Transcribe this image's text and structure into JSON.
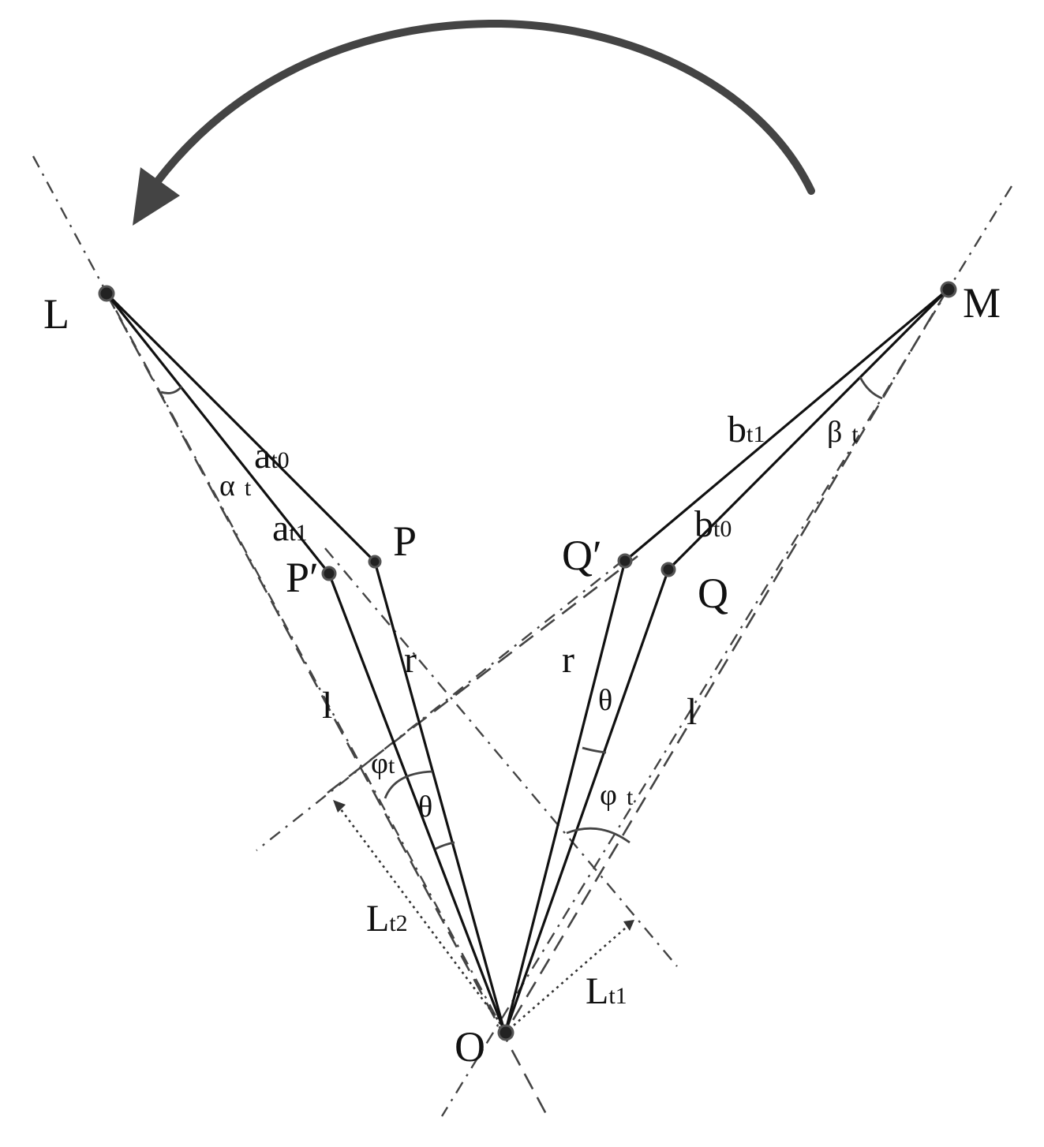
{
  "points": {
    "L": "L",
    "M": "M",
    "P": "P",
    "P_prime": "P′",
    "Q": "Q",
    "Q_prime": "Q′",
    "O": "O"
  },
  "segments": {
    "a_t0": {
      "base": "a",
      "sub": "t0"
    },
    "a_t1": {
      "base": "a",
      "sub": "t1"
    },
    "b_t1": {
      "base": "b",
      "sub": "t1"
    },
    "b_t0": {
      "base": "b",
      "sub": "t0"
    },
    "r_left": "r",
    "r_right": "r",
    "l_left": "l",
    "l_right": "l",
    "L_t1": {
      "base": "L",
      "sub": "t1"
    },
    "L_t2": {
      "base": "L",
      "sub": "t2"
    }
  },
  "angles": {
    "alpha_t": {
      "base": "α",
      "sub": "t"
    },
    "beta_t": {
      "base": "β",
      "sub": "t"
    },
    "theta_left": "θ",
    "theta_right": "θ",
    "phi_left": {
      "base": "φ",
      "sub": "t"
    },
    "phi_right": {
      "base": "φ",
      "sub": "t"
    }
  },
  "rotation_arrow": "rotation-arrow-icon"
}
